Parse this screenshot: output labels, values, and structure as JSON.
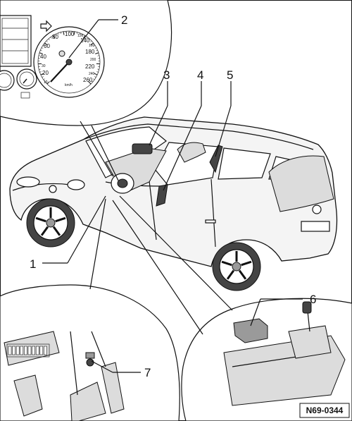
{
  "figure": {
    "reference_code": "N69-0344",
    "callouts": [
      {
        "id": 1,
        "label": "1"
      },
      {
        "id": 2,
        "label": "2"
      },
      {
        "id": 3,
        "label": "3"
      },
      {
        "id": 4,
        "label": "4"
      },
      {
        "id": 5,
        "label": "5"
      },
      {
        "id": 6,
        "label": "6"
      },
      {
        "id": 7,
        "label": "7"
      }
    ],
    "speedometer": {
      "scale_labels": [
        "10",
        "20",
        "30",
        "40",
        "60",
        "80",
        "100",
        "120",
        "140",
        "160",
        "180",
        "200",
        "220",
        "240",
        "260"
      ],
      "unit": "km/h"
    }
  }
}
